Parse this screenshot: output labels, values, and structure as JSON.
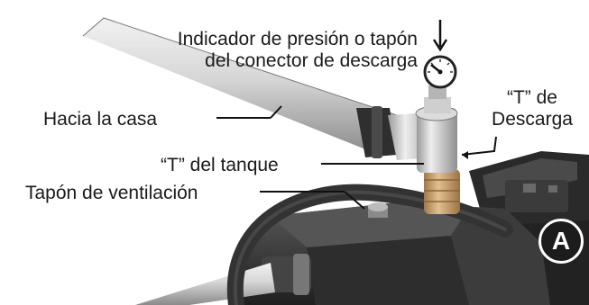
{
  "labels": {
    "gauge_line1": "Indicador de presión o tapón",
    "gauge_line2": "del conector de descarga",
    "to_house": "Hacia  la casa",
    "discharge_tee_line1": "“T” de",
    "discharge_tee_line2": "Descarga",
    "tank_tee": "“T” del tanque",
    "vent_plug": "Tapón de ventilación"
  },
  "badge": {
    "letter": "A"
  },
  "colors": {
    "pipe_light": "#d9d9d9",
    "pipe_dark": "#8c8c8c",
    "pump_body": "#3a3a3a",
    "hose": "#2e2e2e",
    "tape": "#c9a373",
    "badge": "#1c1c1c"
  },
  "icons": [
    "down-arrow-icon",
    "pressure-gauge-icon"
  ]
}
